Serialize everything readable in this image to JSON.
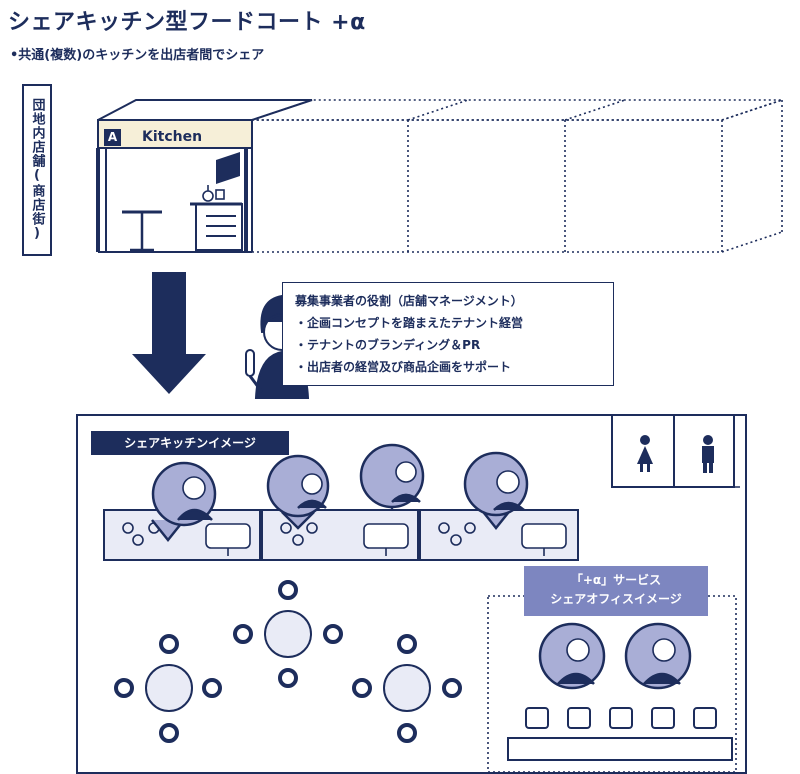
{
  "header": {
    "title": "シェアキッチン型フードコート +α",
    "subtitle": "•共通(複数)のキッチンを出店者間でシェア"
  },
  "side_label": "団地内店舗(商店街)",
  "kitchen": {
    "badge": "A",
    "label": "Kitchen"
  },
  "role_box": {
    "heading": "募集事業者の役割（店舗マネージメント）",
    "items": [
      "・企画コンセプトを踏まえたテナント経営",
      "・テナントのブランディング＆PR",
      "・出店者の経営及び商品企画をサポート"
    ]
  },
  "share_kitchen_tag": "シェアキッチンイメージ",
  "service_tag": {
    "line1": "「+α」サービス",
    "line2": "シェアオフィスイメージ"
  },
  "colors": {
    "navy": "#1d2d5c",
    "light_blue": "#a9aed6",
    "accent": "#7d86c0",
    "cream": "#f6efd8"
  },
  "icons": [
    "arrow-down-icon",
    "toilet-woman-icon",
    "toilet-man-icon",
    "staff-person-icon",
    "vendor-icon",
    "office-worker-icon",
    "table-icon",
    "chair-icon"
  ]
}
